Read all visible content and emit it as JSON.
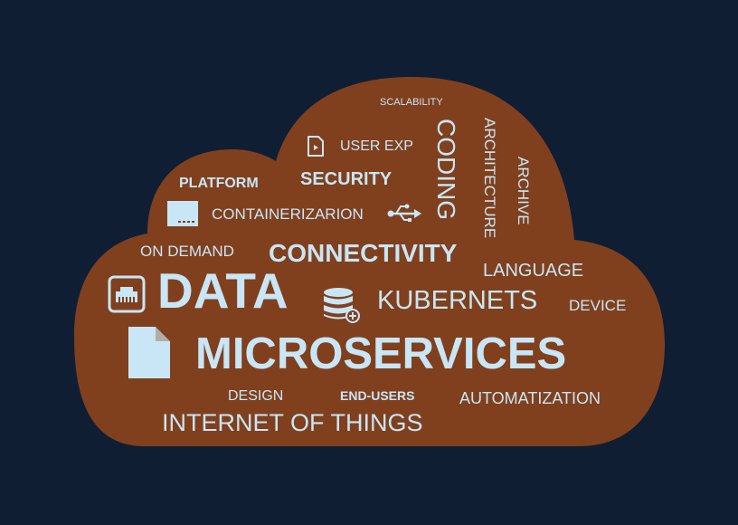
{
  "colors": {
    "background": "#101e33",
    "cloud": "#80401e",
    "text": "#c8e6f5"
  },
  "words": {
    "scalability": "SCALABILITY",
    "user_exp": "USER EXP",
    "coding": "CODING",
    "architecture": "ARCHITECTURE",
    "archive": "ARCHIVE",
    "platform": "PLATFORM",
    "security": "SECURITY",
    "containerization": "CONTAINERIZARION",
    "on_demand": "ON DEMAND",
    "connectivity": "CONNECTIVITY",
    "language": "LANGUAGE",
    "data": "DATA",
    "kubernets": "KUBERNETS",
    "device": "DEVICE",
    "microservices": "MICROSERVICES",
    "design": "DESIGN",
    "end_users": "END-USERS",
    "automatization": "AUTOMATIZATION",
    "internet_of_things": "INTERNET OF THINGS"
  },
  "icons": [
    "video-file-icon",
    "usb-icon",
    "server-icon",
    "network-port-icon",
    "database-add-icon",
    "document-icon"
  ]
}
